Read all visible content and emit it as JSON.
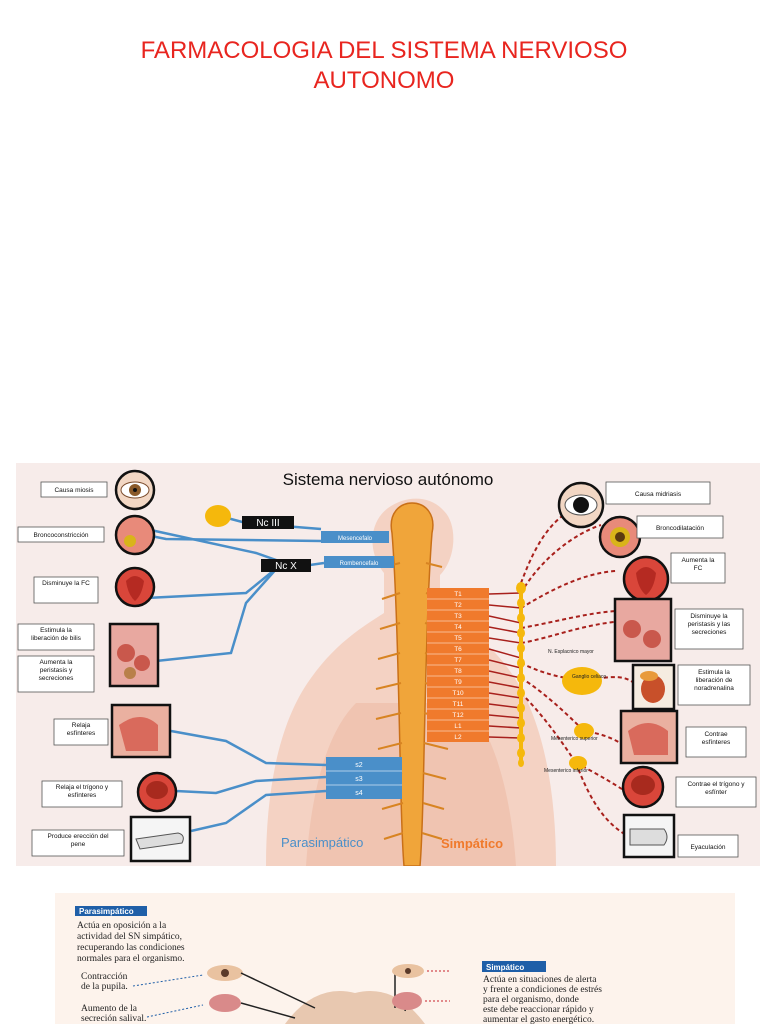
{
  "title_line1": "FARMACOLOGIA DEL SISTEMA NERVIOSO",
  "title_line2": "AUTONOMO",
  "figure1": {
    "heading": "Sistema nervioso autónomo",
    "nerves": {
      "nc3": "Nc III",
      "ncx": "Nc X"
    },
    "brain": {
      "mesencefalo": "Mesencefalo",
      "rombencefalo": "Rombencefalo"
    },
    "vertebrae": [
      "T1",
      "T2",
      "T3",
      "T4",
      "T5",
      "T6",
      "T7",
      "T8",
      "T9",
      "T10",
      "T11",
      "T12",
      "L1",
      "L2"
    ],
    "sacral": [
      "s2",
      "s3",
      "s4"
    ],
    "small_labels": {
      "esplacnico": "N. Esplacnico mayor",
      "ganglio": "Ganglio celiaco",
      "mes_sup": "Mesenterico superior",
      "mes_inf": "Mesenterico inferior"
    },
    "parasimpatico_label": "Parasimpático",
    "simpatico_label": "Simpático",
    "left_labels": [
      "Causa miosis",
      "Broncoconstricción",
      "Disminuye la FC",
      "Estimula la liberación de bilis",
      "Aumenta la peristasis y secreciones",
      "Relaja esfínteres",
      "Relaja el trígono y esfínteres",
      "Produce erección del pene"
    ],
    "right_labels": [
      "Causa midriasis",
      "Broncodilatación",
      "Aumenta la FC",
      "Disminuye la peristasis y las secreciones",
      "Estimula la liberación de noradrenalina",
      "Contrae esfínteres",
      "Contrae el trígono y esfínter",
      "Eyaculación"
    ],
    "colors": {
      "parasympathetic": "#4a8fc9",
      "sympathetic": "#a8201c",
      "vertebra": "#f07a2c",
      "ganglion": "#f5b80c"
    }
  },
  "figure2": {
    "para_tag": "Parasimpático",
    "para_text": [
      "Actúa en oposición a la",
      "actividad del SN simpático,",
      "recuperando las condiciones",
      "normales para el organismo."
    ],
    "para_item1": [
      "Contracción",
      "de la pupila."
    ],
    "para_item2": [
      "Aumento de la",
      "secreción salival."
    ],
    "simp_tag": "Simpático",
    "simp_text": [
      "Actúa en situaciones de alerta",
      "y frente a condiciones de estrés",
      "para el organismo, donde",
      "este debe reaccionar rápido y",
      "aumentar el gasto energético."
    ]
  }
}
